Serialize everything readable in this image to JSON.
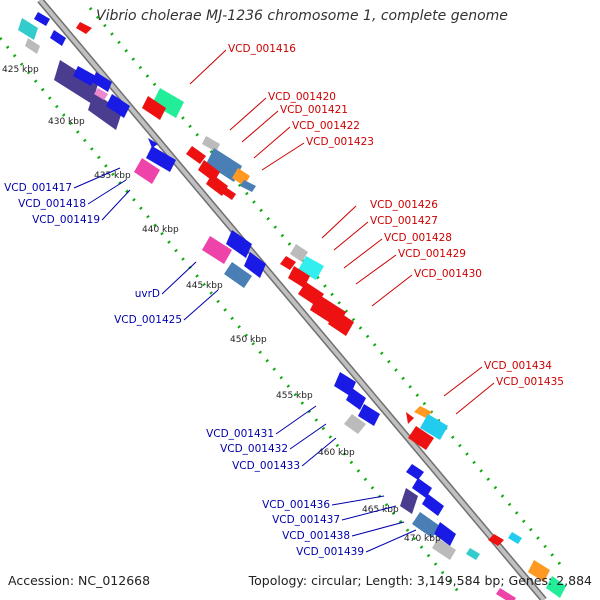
{
  "title": "Vibrio cholerae MJ-1236 chromosome 1, complete genome",
  "footer": {
    "accession": "Accession: NC_012668",
    "summary": "Topology: circular; Length: 3,149,584 bp; Genes: 2,884"
  },
  "colors": {
    "forward_label": "#cc0000",
    "reverse_label": "#0000aa",
    "backbone": "#a0a0a0",
    "tick_track": "#11aa11"
  },
  "kbp_ticks": [
    "425 kbp",
    "430 kbp",
    "435 kbp",
    "440 kbp",
    "445 kbp",
    "450 kbp",
    "455 kbp",
    "460 kbp",
    "465 kbp",
    "470 kbp"
  ],
  "forward_labels": [
    "VCD_001416",
    "VCD_001420",
    "VCD_001421",
    "VCD_001422",
    "VCD_001423",
    "VCD_001426",
    "VCD_001427",
    "VCD_001428",
    "VCD_001429",
    "VCD_001430",
    "VCD_001434",
    "VCD_001435"
  ],
  "reverse_labels": [
    "VCD_001417",
    "VCD_001418",
    "VCD_001419",
    "uvrD",
    "VCD_001425",
    "VCD_001431",
    "VCD_001432",
    "VCD_001433",
    "VCD_001436",
    "VCD_001437",
    "VCD_001438",
    "VCD_001439"
  ]
}
